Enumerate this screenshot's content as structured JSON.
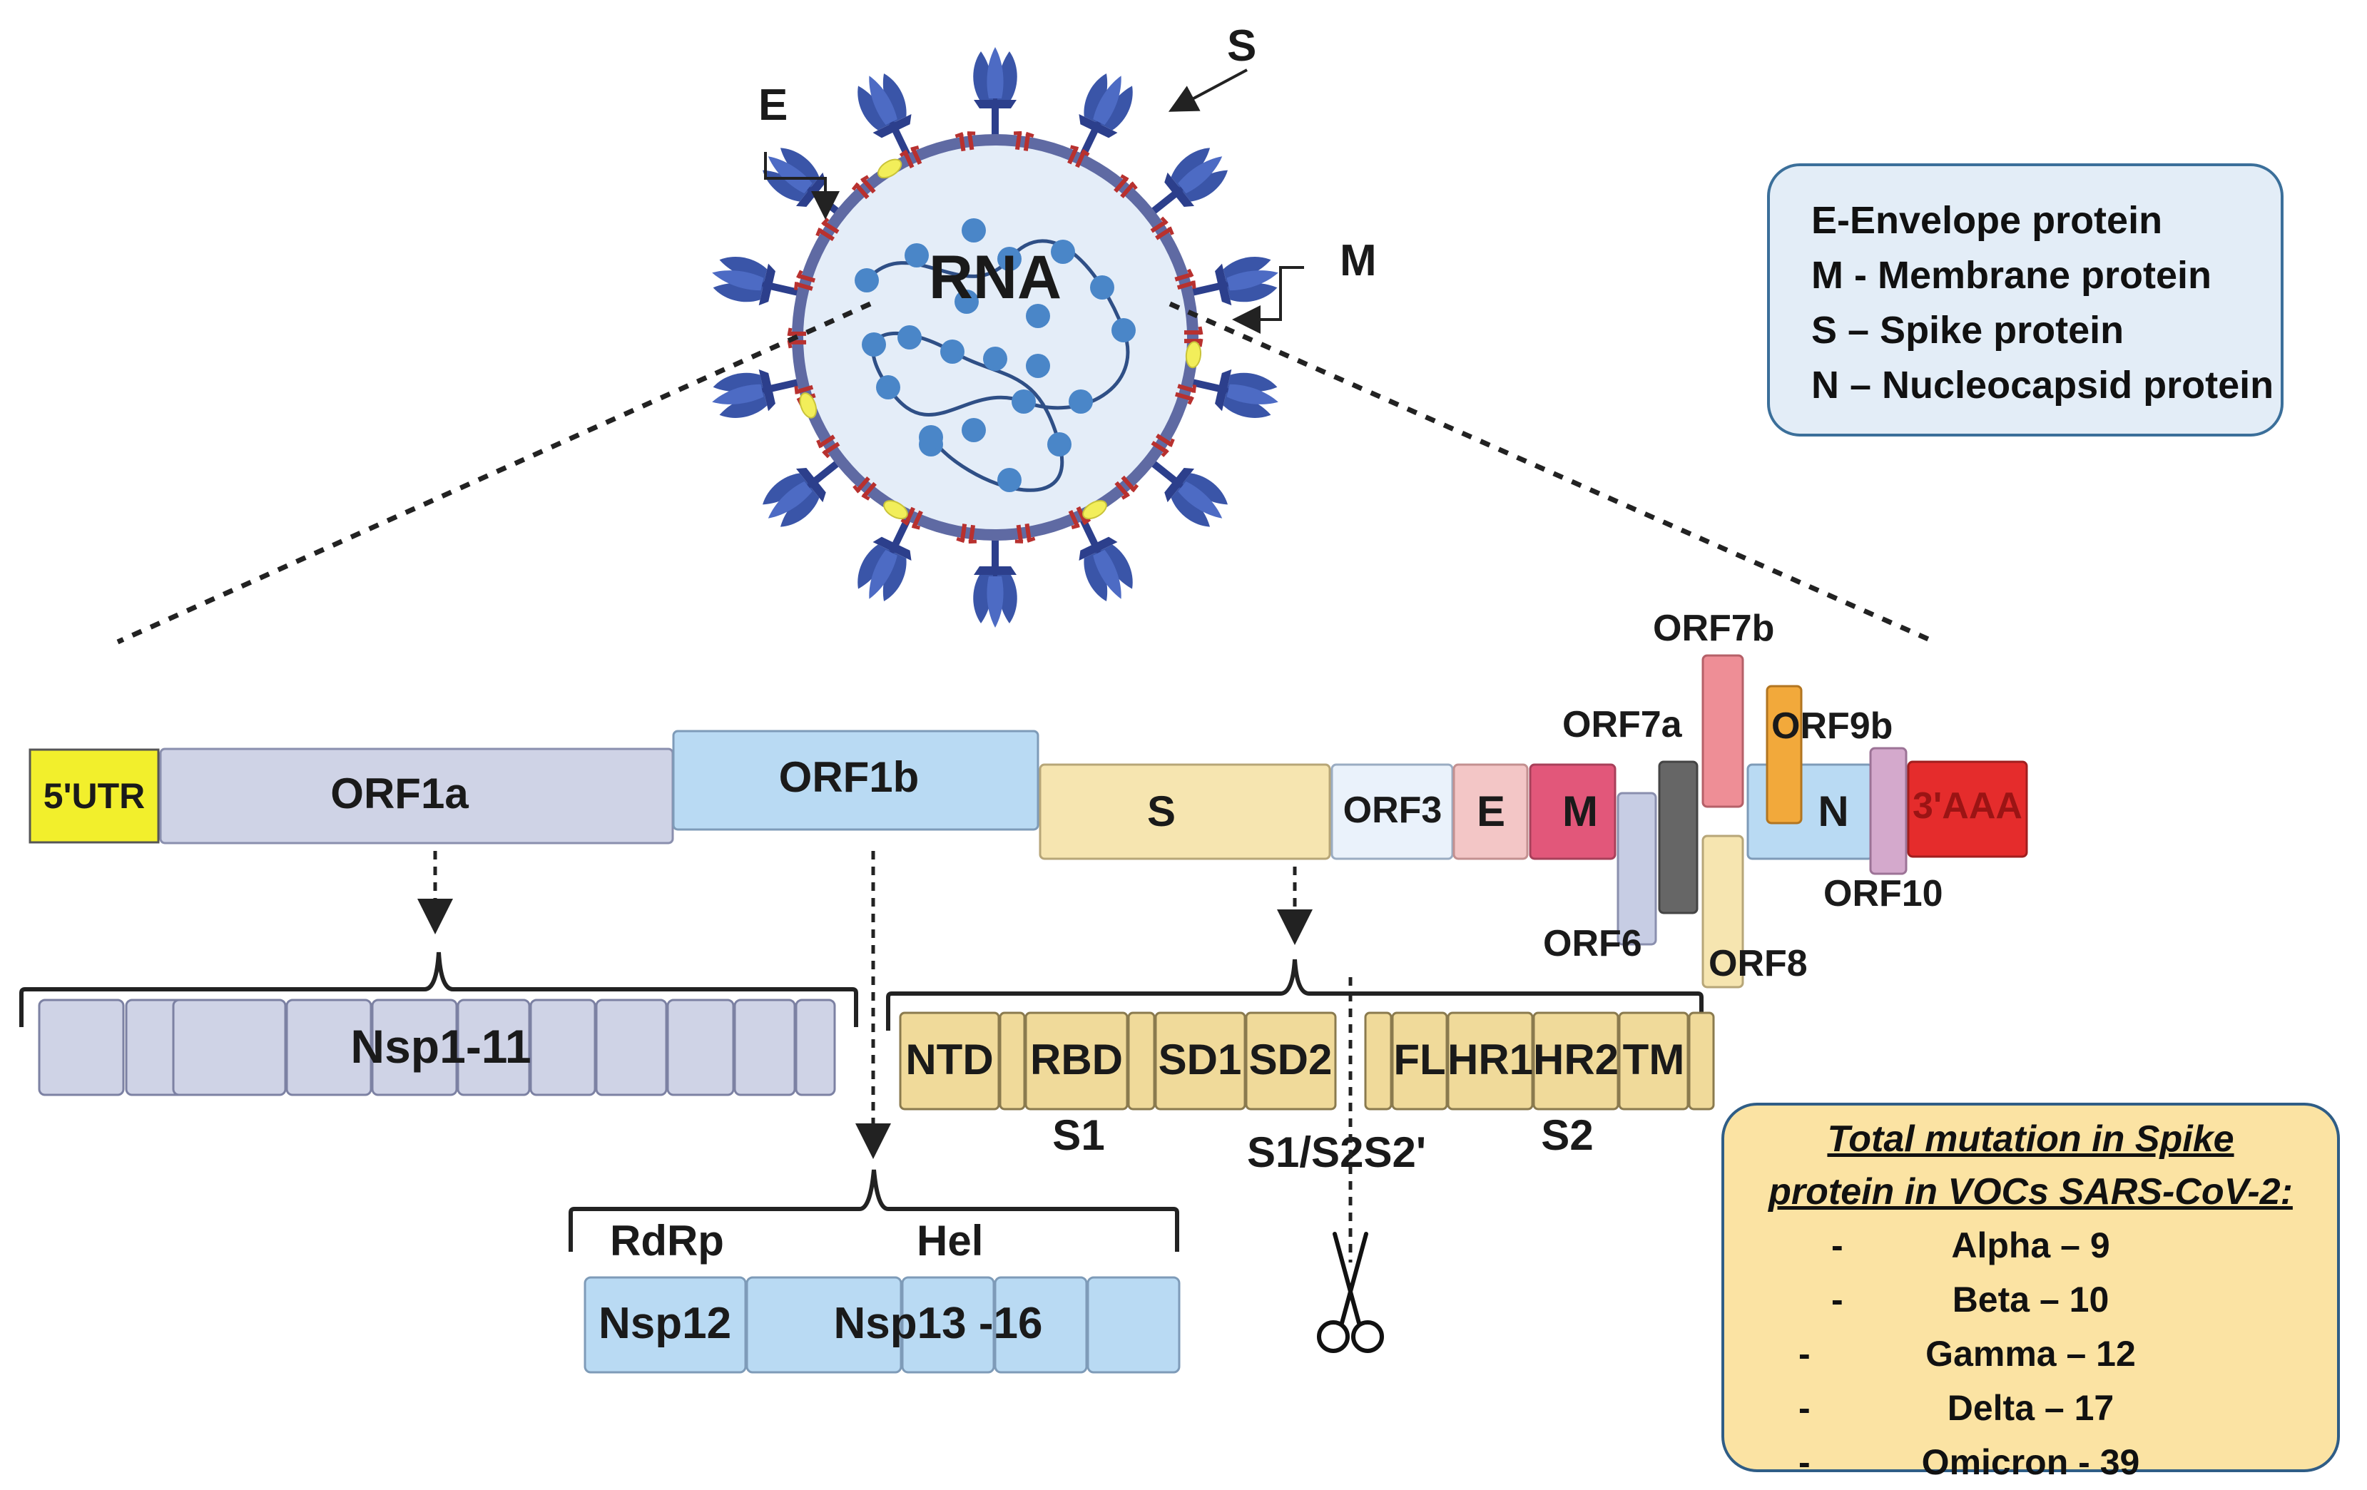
{
  "virion": {
    "core_label": "RNA",
    "callouts": {
      "envelope": "E",
      "spike": "S",
      "membrane": "M"
    },
    "colors": {
      "spike": "#3a55a8",
      "membrane_protein": "#b8312f",
      "envelope_protein": "#f2ee5a",
      "shell": "#5f6aa3",
      "interior": "#e4edf8",
      "rna": "#4a86c8"
    }
  },
  "legend": {
    "items": [
      "E-Envelope protein",
      "M - Membrane protein",
      "S – Spike protein",
      "N – Nucleocapsid protein"
    ]
  },
  "genome": {
    "segments": {
      "utr5": "5'UTR",
      "orf1a": "ORF1a",
      "orf1b": "ORF1b",
      "s": "S",
      "orf3": "ORF3",
      "e": "E",
      "m": "M",
      "orf6": "ORF6",
      "orf7a": "ORF7a",
      "orf7b": "ORF7b",
      "orf8": "ORF8",
      "n": "N",
      "orf9b": "ORF9b",
      "orf10": "ORF10",
      "utr3": "3'AAA"
    },
    "colors": {
      "utr5": "#f2ef2c",
      "orf1a": "#cfd3e6",
      "orf1b": "#b9daf3",
      "s": "#f6e5b0",
      "orf3": "#eaf2fb",
      "e": "#f3c6c6",
      "m": "#e2577a",
      "orf6": "#c7cde4",
      "orf7a": "#666666",
      "orf7b": "#ee8e96",
      "orf8": "#f6e5b0",
      "n": "#b9daf3",
      "orf9b": "#f2a93b",
      "orf10": "#d4a9cc",
      "utr3": "#e52c2c"
    }
  },
  "orf1a_products": {
    "label": "Nsp1-11"
  },
  "orf1b_products": {
    "label": "Nsp13 -16",
    "first_label": "Nsp12",
    "rdrp_label": "RdRp",
    "hel_label": "Hel"
  },
  "spike_domains": {
    "domains": [
      "NTD",
      "RBD",
      "SD1",
      "SD2",
      "FL",
      "HR1",
      "HR2",
      "TM"
    ],
    "s1_label": "S1",
    "s2_label": "S2",
    "cleavage_label": "S1/S2S2'"
  },
  "mutations": {
    "title_line1": "Total mutation in Spike",
    "title_line2": "protein in VOCs SARS-CoV-2:",
    "dash": "-",
    "items": [
      "Alpha – 9",
      "Beta – 10",
      "Gamma – 12",
      "Delta – 17",
      "Omicron - 39"
    ]
  }
}
